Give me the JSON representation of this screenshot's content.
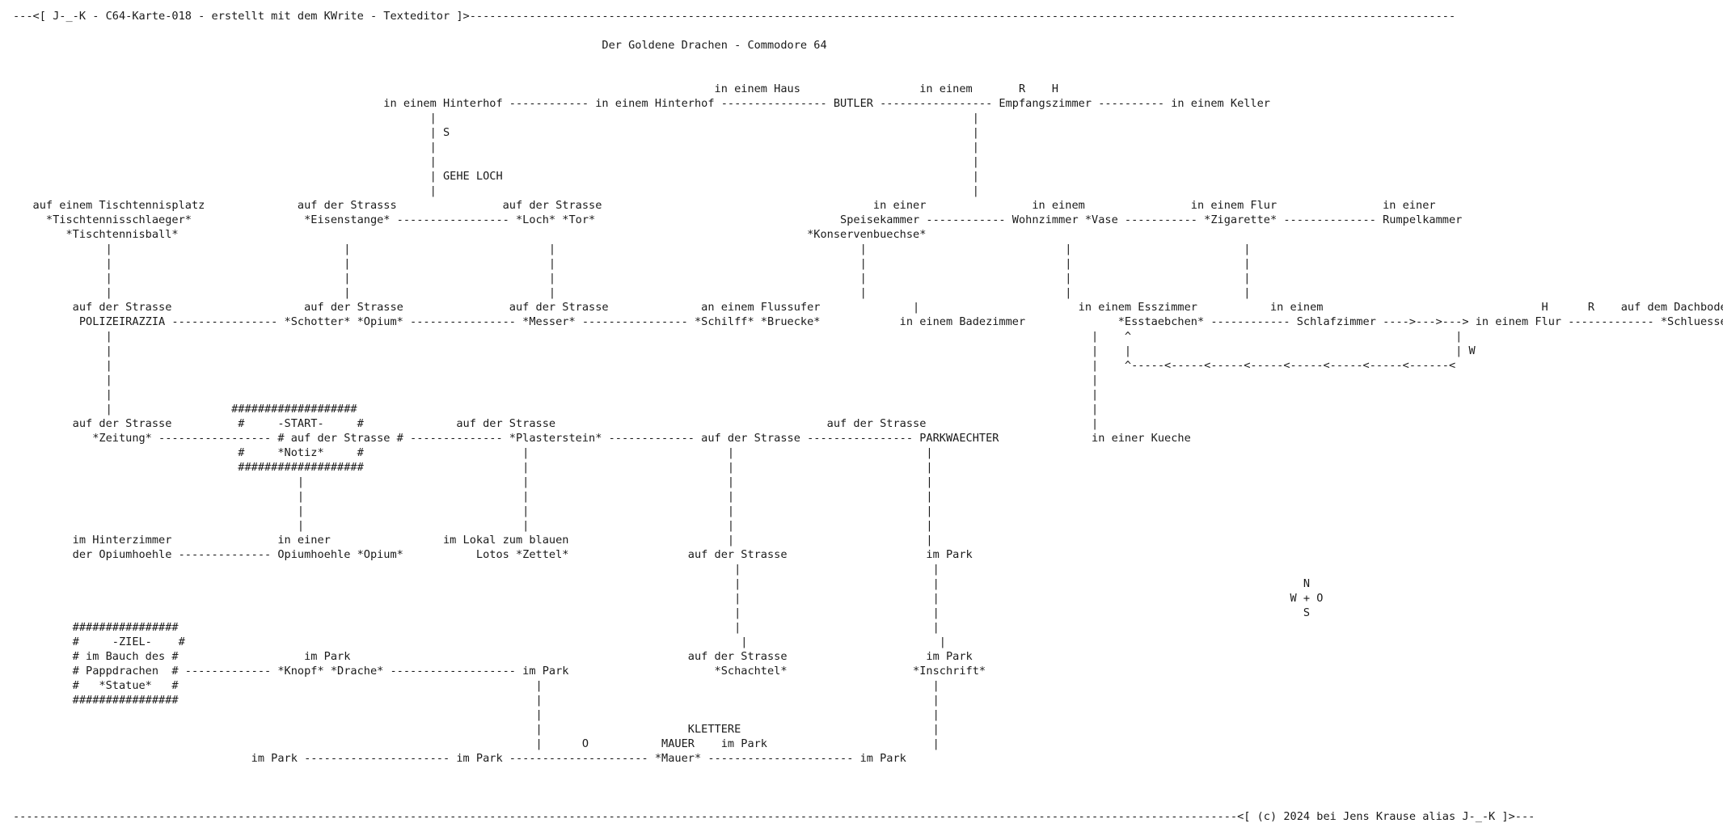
{
  "document": {
    "header": "---<[ J-_-K - C64-Karte-018 - erstellt mit dem KWrite - Texteditor ]>-----------------------------------------------------------------------------------------------------------------------------------------------------",
    "title": "                                                                                         Der Goldene Drachen - Commodore 64",
    "map_lines": [
      "",
      "",
      "                                                                                                          in einem Haus                  in einem       R    H",
      "                                                        in einem Hinterhof ------------ in einem Hinterhof ---------------- BUTLER ----------------- Empfangszimmer ---------- in einem Keller",
      "                                                               |                                                                                 |",
      "                                                               | S                                                                               |",
      "                                                               |                                                                                 |",
      "                                                               |                                                                                 |",
      "                                                               | GEHE LOCH                                                                       |",
      "                                                               |                                                                                 |",
      "   auf einem Tischtennisplatz              auf der Strasss                auf der Strasse                                         in einer                in einem                in einem Flur                in einer",
      "     *Tischtennisschlaeger*                 *Eisenstange* ----------------- *Loch* *Tor*                                     Speisekammer ------------ Wohnzimmer *Vase ----------- *Zigarette* -------------- Rumpelkammer",
      "        *Tischtennisball*                                                                                               *Konservenbuechse*",
      "              |                                   |                              |                                              |                              |                          |",
      "              |                                   |                              |                                              |                              |                          |",
      "              |                                   |                              |                                              |                              |                          |",
      "              |                                   |                              |                                              |                              |                          |",
      "         auf der Strasse                    auf der Strasse                auf der Strasse              an einem Flussufer              |                        in einem Esszimmer           in einem                                 H      R    auf dem Dachboden",
      "          POLIZEIRAZZIA ---------------- *Schotter* *Opium* ---------------- *Messer* ---------------- *Schilff* *Bruecke*            in einem Badezimmer              *Esstaebchen* ------------ Schlafzimmer ---->--->---> in einem Flur ------------- *Schluessel*",
      "              |                                                                                                                                                    |    ^                                                 |",
      "              |                                                                                                                                                    |    |                                                 | W",
      "              |                                                                                                                                                    |    ^-----<-----<-----<-----<-----<-----<-----<------<",
      "              |                                                                                                                                                    |",
      "              |                                                                                                                                                    |",
      "              |                  ###################                                                                                                               |",
      "         auf der Strasse          #     -START-     #              auf der Strasse                                         auf der Strasse                         |",
      "            *Zeitung* ----------------- # auf der Strasse # -------------- *Plasterstein* ------------- auf der Strasse ---------------- PARKWAECHTER              in einer Kueche",
      "                                  #     *Notiz*     #                        |                              |                             |",
      "                                  ###################                        |                              |                             |",
      "                                           |                                 |                              |                             |",
      "                                           |                                 |                              |                             |",
      "                                           |                                 |                              |                             |",
      "                                           |                                 |                              |                             |",
      "         im Hinterzimmer                in einer                 im Lokal zum blauen                        |                             |",
      "         der Opiumhoehle -------------- Opiumhoehle *Opium*           Lotos *Zettel*                  auf der Strasse                     im Park",
      "                                                                                                             |                             |",
      "                                                                                                             |                             |                                                       N",
      "                                                                                                             |                             |                                                     W + O",
      "                                                                                                             |                             |                                                       S",
      "         ################                                                                                    |                             |",
      "         #     -ZIEL-    #                                                                                    |                             |",
      "         # im Bauch des #                   im Park                                                   auf der Strasse                     im Park",
      "         # Pappdrachen  # ------------- *Knopf* *Drache* ------------------- im Park                      *Schachtel*                   *Inschrift*",
      "         #   *Statue*   #                                                      |                                                           |",
      "         ################                                                      |                                                           |",
      "                                                                               |                                                           |",
      "                                                                               |                      KLETTERE                             |",
      "                                                                               |      O           MAUER    im Park                         |",
      "                                    im Park ---------------------- im Park --------------------- *Mauer* ---------------------- im Park",
      "",
      ""
    ],
    "footer": "-----------------------------------------------------------------------------------------------------------------------------------------------------------------------------------------<[ (c) 2024 bei Jens Krause alias J-_-K ]>---"
  }
}
